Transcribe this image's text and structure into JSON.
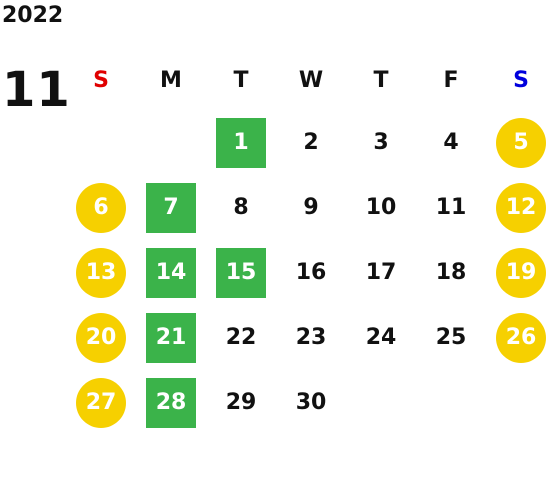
{
  "year": "2022",
  "month": "11",
  "weekdays": [
    {
      "label": "S",
      "color": "#e00000"
    },
    {
      "label": "M",
      "color": "#111111"
    },
    {
      "label": "T",
      "color": "#111111"
    },
    {
      "label": "W",
      "color": "#111111"
    },
    {
      "label": "T",
      "color": "#111111"
    },
    {
      "label": "F",
      "color": "#111111"
    },
    {
      "label": "S",
      "color": "#0000dd"
    }
  ],
  "colors": {
    "green_marker": "#3bb34a",
    "yellow_marker": "#f6d000"
  },
  "weeks": [
    [
      null,
      null,
      {
        "d": "1",
        "mark": "green"
      },
      {
        "d": "2"
      },
      {
        "d": "3"
      },
      {
        "d": "4"
      },
      {
        "d": "5",
        "mark": "yellow"
      }
    ],
    [
      {
        "d": "6",
        "mark": "yellow"
      },
      {
        "d": "7",
        "mark": "green"
      },
      {
        "d": "8"
      },
      {
        "d": "9"
      },
      {
        "d": "10"
      },
      {
        "d": "11"
      },
      {
        "d": "12",
        "mark": "yellow"
      }
    ],
    [
      {
        "d": "13",
        "mark": "yellow"
      },
      {
        "d": "14",
        "mark": "green"
      },
      {
        "d": "15",
        "mark": "green"
      },
      {
        "d": "16"
      },
      {
        "d": "17"
      },
      {
        "d": "18"
      },
      {
        "d": "19",
        "mark": "yellow"
      }
    ],
    [
      {
        "d": "20",
        "mark": "yellow"
      },
      {
        "d": "21",
        "mark": "green"
      },
      {
        "d": "22"
      },
      {
        "d": "23"
      },
      {
        "d": "24"
      },
      {
        "d": "25"
      },
      {
        "d": "26",
        "mark": "yellow"
      }
    ],
    [
      {
        "d": "27",
        "mark": "yellow"
      },
      {
        "d": "28",
        "mark": "green"
      },
      {
        "d": "29"
      },
      {
        "d": "30"
      },
      null,
      null,
      null
    ]
  ]
}
